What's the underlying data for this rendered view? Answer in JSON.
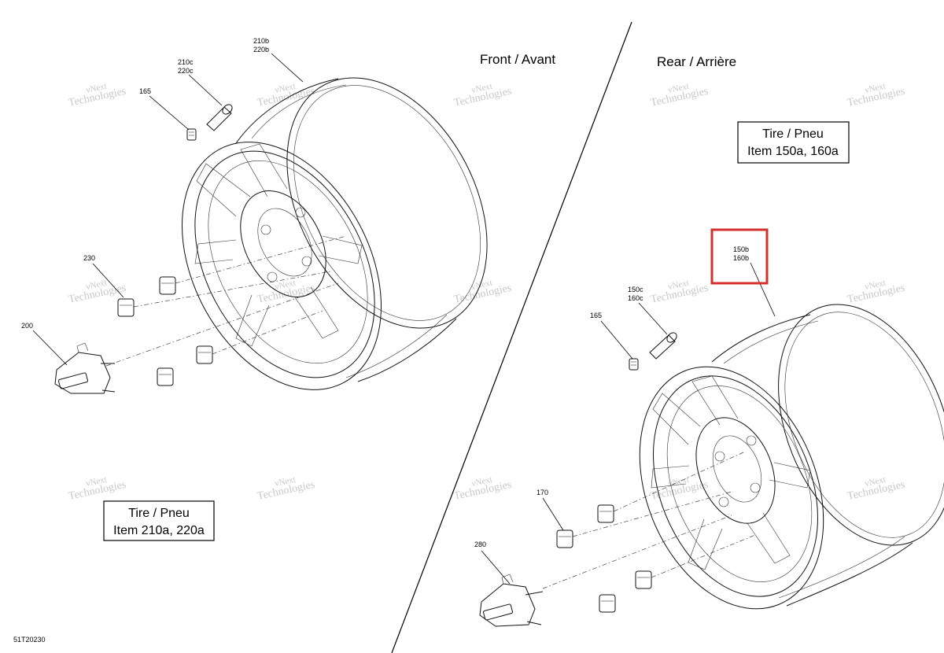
{
  "sections": {
    "front_title": "Front / Avant",
    "rear_title": "Rear / Arrière"
  },
  "tire_boxes": {
    "front": {
      "line1": "Tire / Pneu",
      "line2": "Item 210a, 220a"
    },
    "rear": {
      "line1": "Tire / Pneu",
      "line2": "Item 150a, 160a"
    }
  },
  "callouts": {
    "front_210b": "210b",
    "front_220b": "220b",
    "front_210c": "210c",
    "front_220c": "220c",
    "front_165": "165",
    "front_230": "230",
    "front_200": "200",
    "rear_150b": "150b",
    "rear_160b": "160b",
    "rear_150c": "150c",
    "rear_160c": "160c",
    "rear_165": "165",
    "rear_170": "170",
    "rear_280": "280"
  },
  "watermark": {
    "line1": "vNext",
    "line2": "Technologies"
  },
  "diagram_id": "51T20230",
  "highlight_color": "#d32f2f"
}
